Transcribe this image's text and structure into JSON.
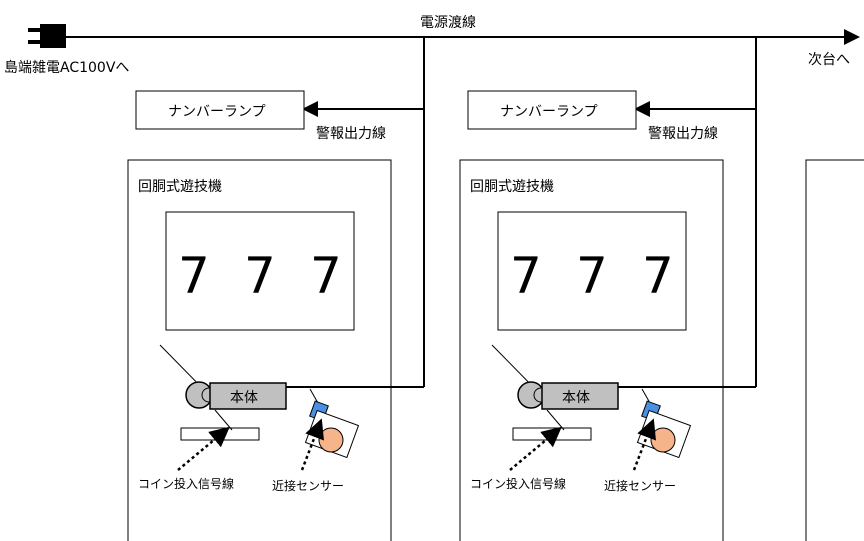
{
  "power_line_label": "電源渡線",
  "power_source_label": "島端雑電AC100Vへ",
  "next_unit_label": "次台へ",
  "units": [
    {
      "number_lamp": "ナンバーランプ",
      "alarm_line": "警報出力線",
      "machine_title": "回胴式遊技機",
      "reels": [
        "7",
        "7",
        "7"
      ],
      "body_label": "本体",
      "coin_signal_label": "コイン投入信号線",
      "sensor_label": "近接センサー"
    },
    {
      "number_lamp": "ナンバーランプ",
      "alarm_line": "警報出力線",
      "machine_title": "回胴式遊技機",
      "reels": [
        "7",
        "7",
        "7"
      ],
      "body_label": "本体",
      "coin_signal_label": "コイン投入信号線",
      "sensor_label": "近接センサー"
    }
  ],
  "colors": {
    "body_fill": "#c0c0c0",
    "sensor_head": "#4a90e2",
    "face_fill": "#f5b48a",
    "line": "#000000"
  }
}
